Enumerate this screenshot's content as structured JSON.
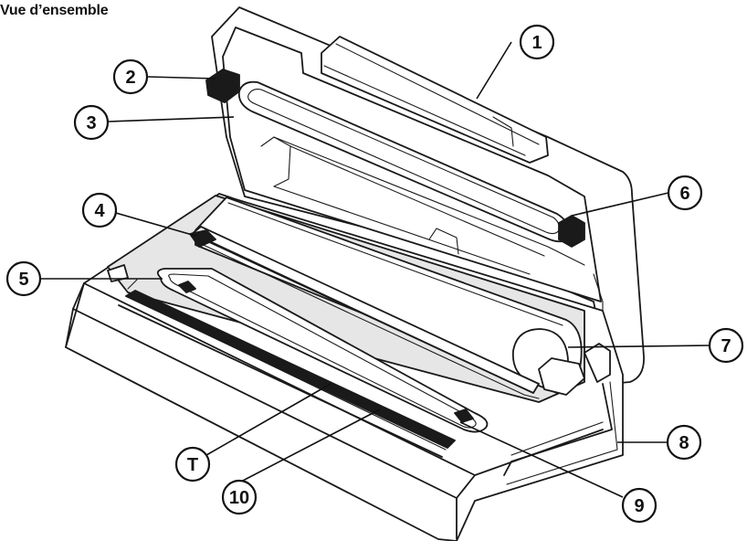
{
  "title": "Vue d’ensemble",
  "callouts": [
    {
      "id": "c1",
      "label": "1"
    },
    {
      "id": "c2",
      "label": "2"
    },
    {
      "id": "c3",
      "label": "3"
    },
    {
      "id": "c4",
      "label": "4"
    },
    {
      "id": "c5",
      "label": "5"
    },
    {
      "id": "c6",
      "label": "6"
    },
    {
      "id": "c7",
      "label": "7"
    },
    {
      "id": "c8",
      "label": "8"
    },
    {
      "id": "c9",
      "label": "9"
    },
    {
      "id": "cT",
      "label": "T"
    },
    {
      "id": "c10",
      "label": "10"
    }
  ]
}
